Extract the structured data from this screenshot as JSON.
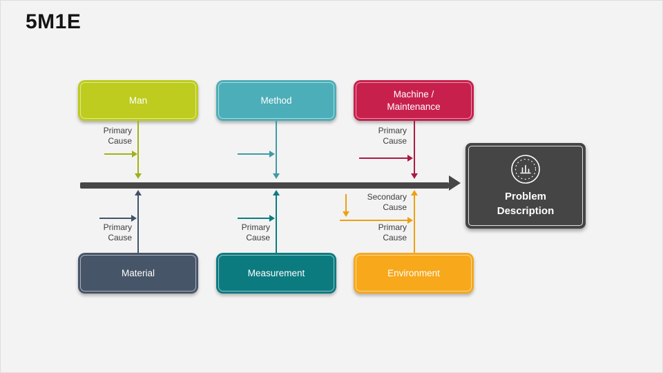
{
  "title": "5M1E",
  "diagram": {
    "top_boxes": [
      {
        "label": "Man",
        "cause": "Primary Cause"
      },
      {
        "label": "Method"
      },
      {
        "label": "Machine / Maintenance",
        "cause": "Primary Cause"
      }
    ],
    "bottom_boxes": [
      {
        "label": "Material",
        "cause": "Primary Cause"
      },
      {
        "label": "Measurement",
        "cause": "Primary Cause"
      },
      {
        "label": "Environment",
        "secondary_cause": "Secondary Cause",
        "cause": "Primary Cause"
      }
    ],
    "problem": {
      "label": "Problem Description"
    },
    "colors": {
      "man": "#bdcc1f",
      "method": "#4caeb8",
      "machine": "#c7204d",
      "material": "#475569",
      "measurement": "#0c7b80",
      "environment": "#f7a81b",
      "spine": "#474747",
      "problem_box": "#454545",
      "background": "#f3f3f3"
    }
  }
}
